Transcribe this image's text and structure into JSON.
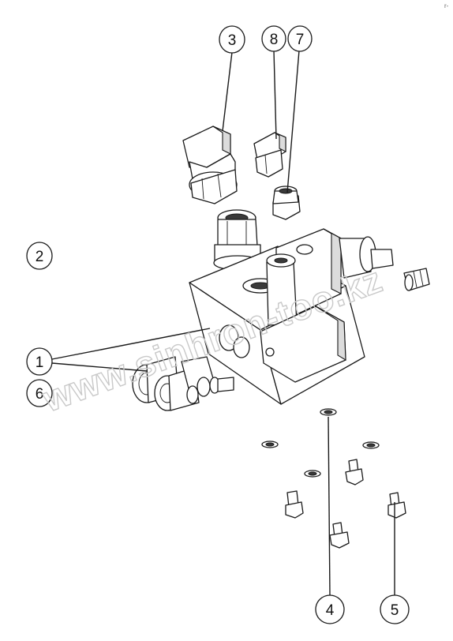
{
  "callouts": [
    {
      "id": "c3",
      "label": "3"
    },
    {
      "id": "c8",
      "label": "8"
    },
    {
      "id": "c7",
      "label": "7"
    },
    {
      "id": "c2",
      "label": "2"
    },
    {
      "id": "c1",
      "label": "1"
    },
    {
      "id": "c6",
      "label": "6"
    },
    {
      "id": "c4",
      "label": "4"
    },
    {
      "id": "c5",
      "label": "5"
    }
  ],
  "watermark": "www.sinhron-too.kz",
  "corner_mark": "r-"
}
